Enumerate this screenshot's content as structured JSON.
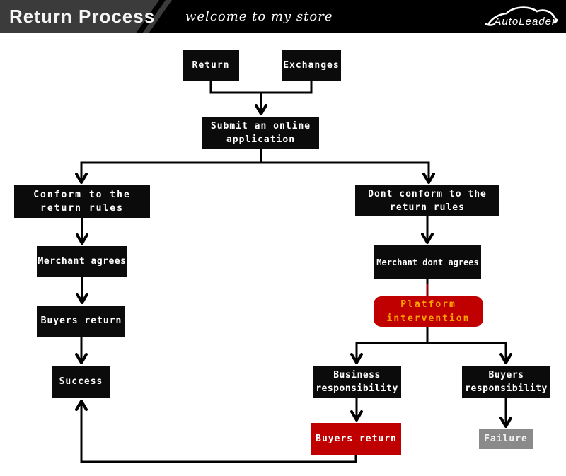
{
  "header": {
    "title": "Return Process",
    "tagline": "welcome to my store",
    "brand": "AutoLeader"
  },
  "theme": {
    "canvas-bg": "#ffffff",
    "header-bg": "#000000",
    "header-gray": "#3b3b3b",
    "node-bg": "#0b0b0b",
    "node-text": "#ffffff",
    "accent-red": "#c00000",
    "accent-orange": "#ffa500",
    "failure-gray": "#8a8a8a",
    "line-color": "#000000",
    "line-red": "#8b0000"
  },
  "flowchart": {
    "nodes": {
      "return": {
        "label": "Return"
      },
      "exchanges": {
        "label": "Exchanges"
      },
      "submit": {
        "line1": "Submit an online",
        "line2": "application"
      },
      "conform": {
        "line1": "Conform to the",
        "line2": "return rules"
      },
      "merchant_agrees": {
        "label": "Merchant agrees"
      },
      "buyers_return": {
        "label": "Buyers return"
      },
      "success": {
        "label": "Success"
      },
      "dont_conform": {
        "line1": "Dont conform to the",
        "line2": "return rules"
      },
      "merchant_dont_agrees": {
        "label": "Merchant dont agrees"
      },
      "platform": {
        "line1": "Platform",
        "line2": "intervention"
      },
      "business_responsibility": {
        "line1": "Business",
        "line2": "responsibility"
      },
      "buyers_responsibility": {
        "line1": "Buyers",
        "line2": "responsibility"
      },
      "buyers_return_forced": {
        "label": "Buyers return"
      },
      "failure": {
        "label": "Failure"
      }
    }
  }
}
